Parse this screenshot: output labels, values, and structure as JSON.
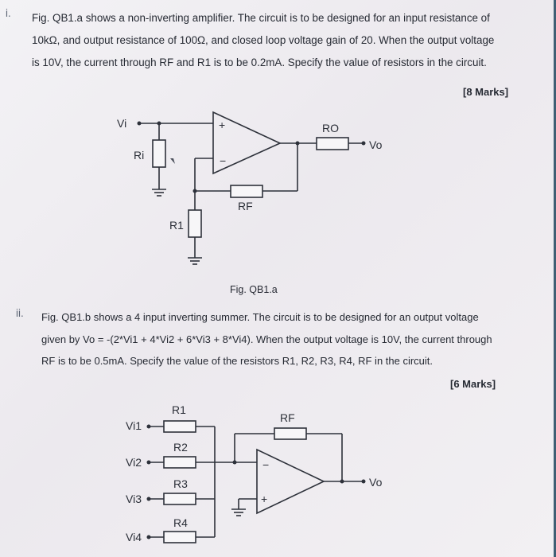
{
  "q1": {
    "number": "i.",
    "lines": [
      "Fig. QB1.a shows a non-inverting amplifier. The circuit is to be designed for an input resistance of",
      "10kΩ, and output resistance of 100Ω, and closed loop voltage gain of 20. When the output voltage",
      "is 10V, the current through RF and R1 is to be 0.2mA. Specify the value of resistors in the circuit."
    ],
    "marks": "[8 Marks]",
    "caption": "Fig. QB1.a",
    "labels": {
      "vi": "Vi",
      "ri": "Ri",
      "ro": "RO",
      "vo": "Vo",
      "rf": "RF",
      "r1": "R1",
      "plus": "+",
      "minus": "−"
    }
  },
  "q2": {
    "number": "ii.",
    "lines": [
      "Fig. QB1.b shows a 4 input inverting summer. The circuit is to be designed for an output voltage",
      "given by Vo = -(2*Vi1 + 4*Vi2 + 6*Vi3 + 8*Vi4). When the output voltage is 10V, the current through",
      "RF is to be 0.5mA. Specify the value of the resistors R1, R2, R3, R4, RF in the circuit."
    ],
    "marks": "[6 Marks]",
    "labels": {
      "vi1": "Vi1",
      "vi2": "Vi2",
      "vi3": "Vi3",
      "vi4": "Vi4",
      "r1": "R1",
      "r2": "R2",
      "r3": "R3",
      "r4": "R4",
      "rf": "RF",
      "vo": "Vo",
      "minus": "−",
      "plus": "+"
    }
  }
}
